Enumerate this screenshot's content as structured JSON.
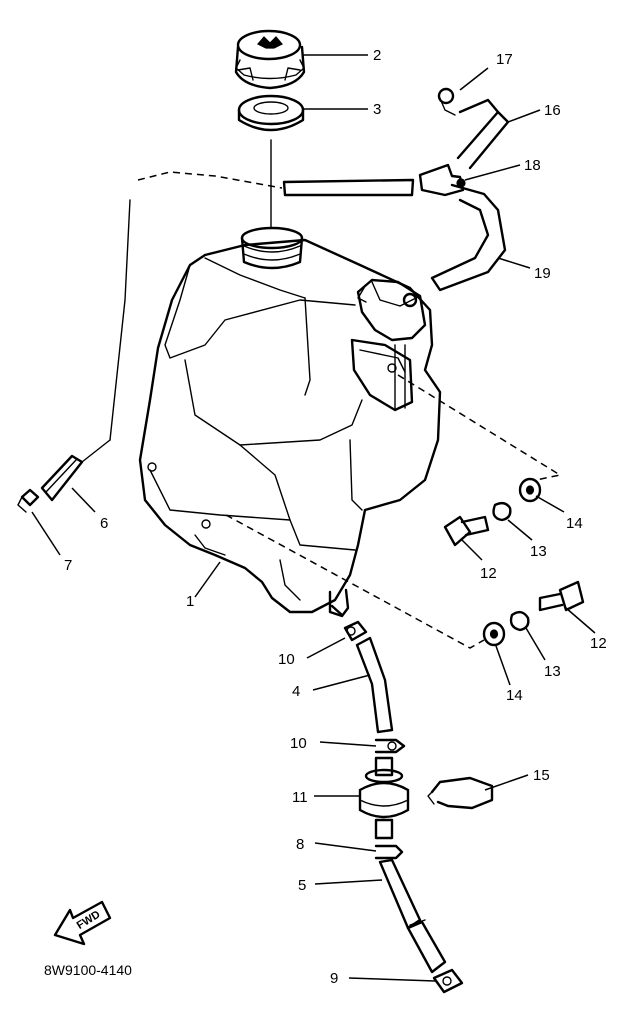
{
  "diagram": {
    "code": "8W9100-4140",
    "fwd_label": "FWD",
    "callouts": [
      "1",
      "2",
      "3",
      "4",
      "5",
      "6",
      "7",
      "8",
      "9",
      "10",
      "10",
      "11",
      "12",
      "12",
      "13",
      "13",
      "14",
      "14",
      "15",
      "16",
      "17",
      "18",
      "19"
    ]
  }
}
